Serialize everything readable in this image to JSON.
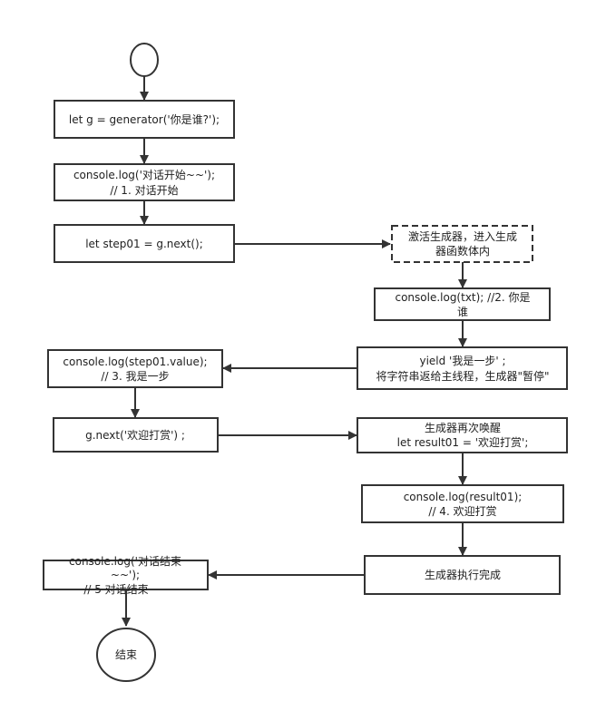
{
  "nodes": {
    "n1_line1": "let g = generator('你是谁?');",
    "n2_line1": "console.log('对话开始~~');",
    "n2_line2": "// 1. 对话开始",
    "n3_line1": "let step01 = g.next();",
    "n4_line1": "激活生成器，进入生成",
    "n4_line2": "器函数体内",
    "n5_line1": "console.log(txt); //2. 你是",
    "n5_line2": "谁",
    "n6_line1": "yield '我是一步' ;",
    "n6_line2": "将字符串返给主线程，生成器\"暂停\"",
    "n7_line1": "console.log(step01.value);",
    "n7_line2": "// 3. 我是一步",
    "n8_line1": "g.next('欢迎打赏') ;",
    "n9_line1": "生成器再次唤醒",
    "n9_line2": "let result01 = '欢迎打赏';",
    "n10_line1": "console.log(result01);",
    "n10_line2": "// 4. 欢迎打赏",
    "n11_line1": "生成器执行完成",
    "n12_line1": "console.log('对话结束",
    "n12_line2": "~~');",
    "n12_line3": "// 5 对话结束",
    "end_label": "结束"
  },
  "colors": {
    "stroke": "#333333",
    "fill": "#ffffff",
    "text": "#222222"
  }
}
